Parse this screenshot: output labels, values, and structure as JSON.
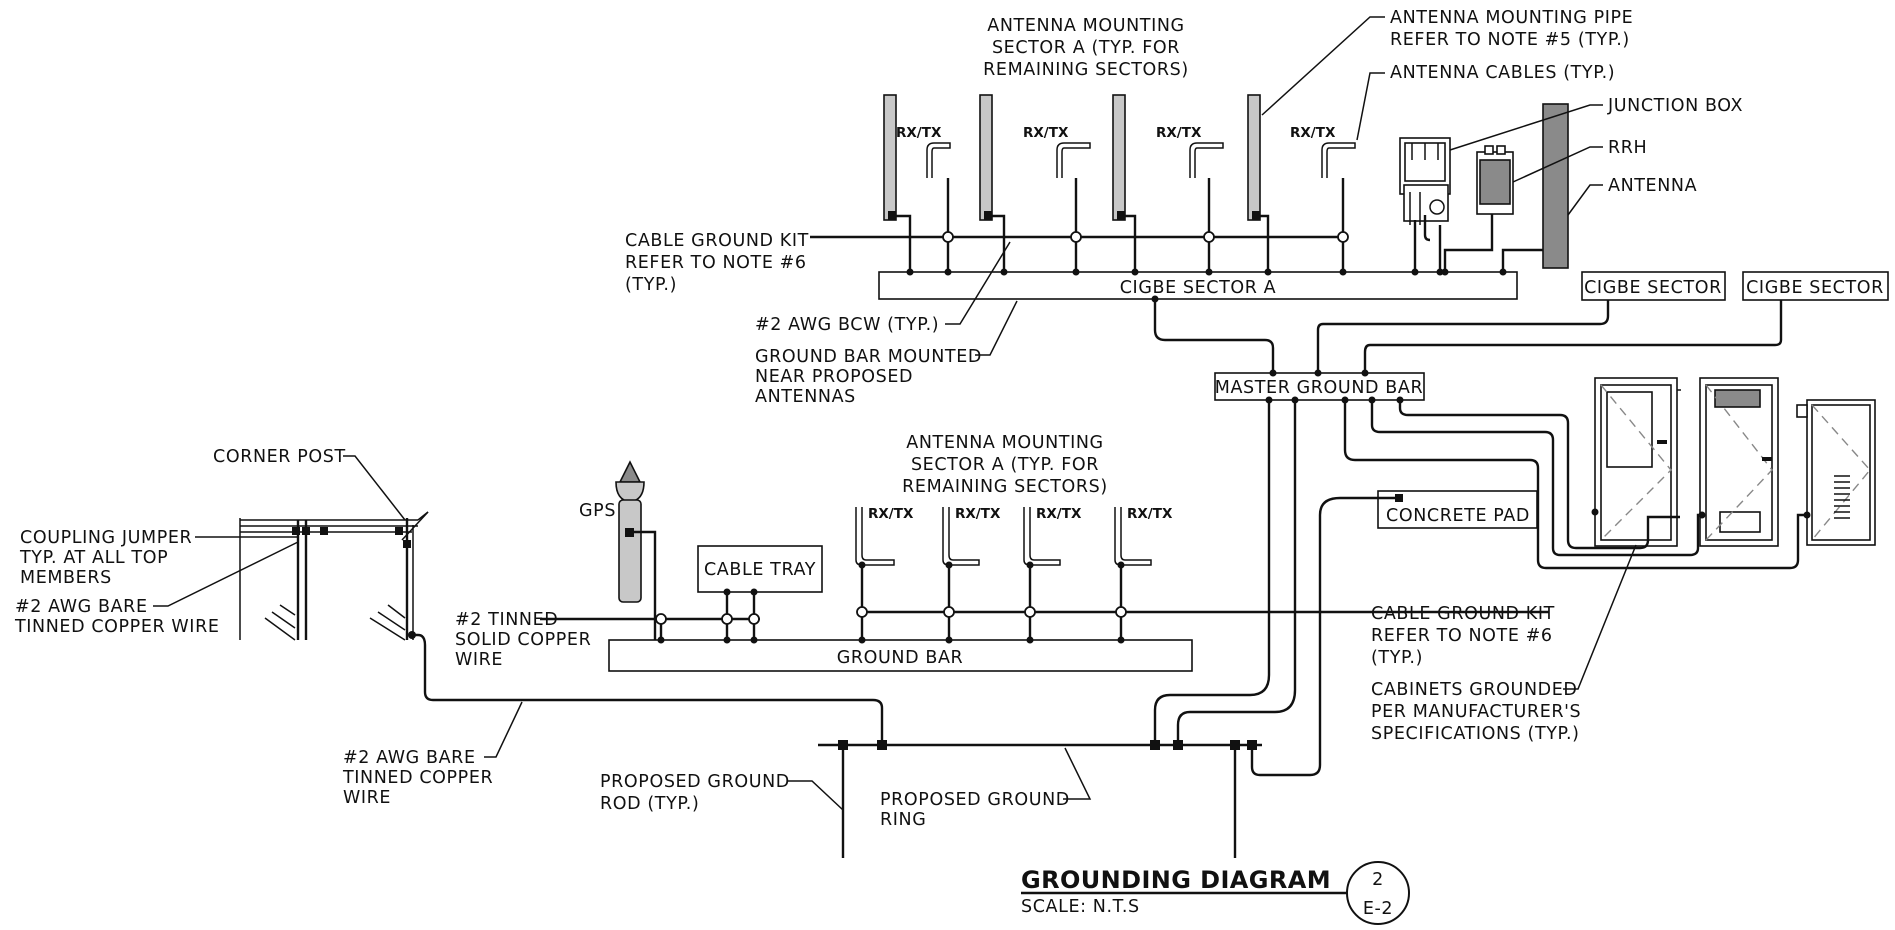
{
  "labels": {
    "antenna_mounting_top": [
      "ANTENNA MOUNTING",
      "SECTOR A (TYP. FOR",
      "REMAINING SECTORS)"
    ],
    "antenna_mounting_pipe": [
      "ANTENNA MOUNTING PIPE",
      "REFER TO NOTE #5 (TYP.)"
    ],
    "antenna_cables": "ANTENNA CABLES (TYP.)",
    "junction_box": "JUNCTION BOX",
    "rrh": "RRH",
    "antenna": "ANTENNA",
    "cable_ground_kit_top": [
      "CABLE GROUND KIT",
      "REFER TO NOTE #6",
      "(TYP.)"
    ],
    "cigbe_sector_a": "CIGBE SECTOR A",
    "cigbe_sector_1": "CIGBE SECTOR",
    "cigbe_sector_2": "CIGBE SECTOR",
    "awg_bcw": "#2 AWG BCW (TYP.)",
    "ground_bar_mounted": [
      "GROUND BAR MOUNTED",
      "NEAR PROPOSED",
      "ANTENNAS"
    ],
    "master_ground_bar": "MASTER GROUND BAR",
    "corner_post": "CORNER POST",
    "coupling_jumper": [
      "COUPLING JUMPER",
      "TYP. AT ALL TOP",
      "MEMBERS"
    ],
    "awg_bare_left": [
      "#2 AWG BARE",
      "TINNED COPPER WIRE"
    ],
    "gps": "GPS",
    "antenna_mounting_mid": [
      "ANTENNA MOUNTING",
      "SECTOR A (TYP. FOR",
      "REMAINING SECTORS)"
    ],
    "cable_tray": "CABLE TRAY",
    "tinned_solid": [
      "#2 TINNED",
      "SOLID COPPER",
      "WIRE"
    ],
    "ground_bar": "GROUND BAR",
    "concrete_pad": "CONCRETE PAD",
    "cable_ground_kit_right": [
      "CABLE GROUND KIT",
      "REFER TO NOTE #6",
      "(TYP.)"
    ],
    "cabinets_grounded": [
      "CABINETS GROUNDED",
      "PER MANUFACTURER'S",
      "SPECIFICATIONS (TYP.)"
    ],
    "awg_bare_bottom": [
      "#2 AWG BARE",
      "TINNED COPPER",
      "WIRE"
    ],
    "ground_rod": [
      "PROPOSED GROUND",
      "ROD (TYP.)"
    ],
    "ground_ring": [
      "PROPOSED GROUND",
      "RING"
    ],
    "rxtx": "RX/TX"
  },
  "title_block": {
    "title": "GROUNDING DIAGRAM",
    "scale": "SCALE: N.T.S",
    "detail_number": "2",
    "sheet": "E-2"
  }
}
